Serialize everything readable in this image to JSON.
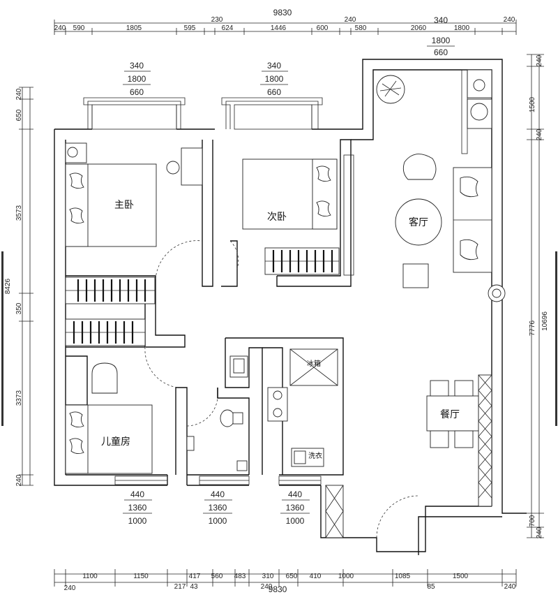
{
  "title_total_width": "9830",
  "top_dims": [
    "240",
    "590",
    "1805",
    "595",
    "230",
    "624",
    "1446",
    "600",
    "240",
    "580",
    "2060",
    "340",
    "240"
  ],
  "top_window_right": [
    "1800",
    "660"
  ],
  "window_dims_top_left": [
    "340",
    "1800",
    "660"
  ],
  "window_dims_top_mid": [
    "340",
    "1800",
    "660"
  ],
  "bottom_window_dims": [
    [
      "440",
      "1360",
      "1000"
    ],
    [
      "440",
      "1360",
      "1000"
    ],
    [
      "440",
      "1360",
      "1000"
    ]
  ],
  "bottom_dims": [
    "1100",
    "1150",
    "417",
    "560",
    "483",
    "310",
    "650",
    "410",
    "1000",
    "1085",
    "1500"
  ],
  "bottom_small": [
    "240",
    "217",
    "43",
    "240",
    "9830",
    "85",
    "240"
  ],
  "left_dims": [
    "240",
    "650",
    "3573",
    "350",
    "3373",
    "240"
  ],
  "left_total": "8426",
  "right_dims": [
    "240",
    "1500",
    "240",
    "7776",
    "700",
    "240"
  ],
  "right_total": "10696",
  "rooms": {
    "master": "主卧",
    "second": "次卧",
    "living": "客厅",
    "kids": "儿童房",
    "dining": "餐厅"
  },
  "labels": {
    "fridge": "冰箱",
    "washer": "洗衣"
  }
}
